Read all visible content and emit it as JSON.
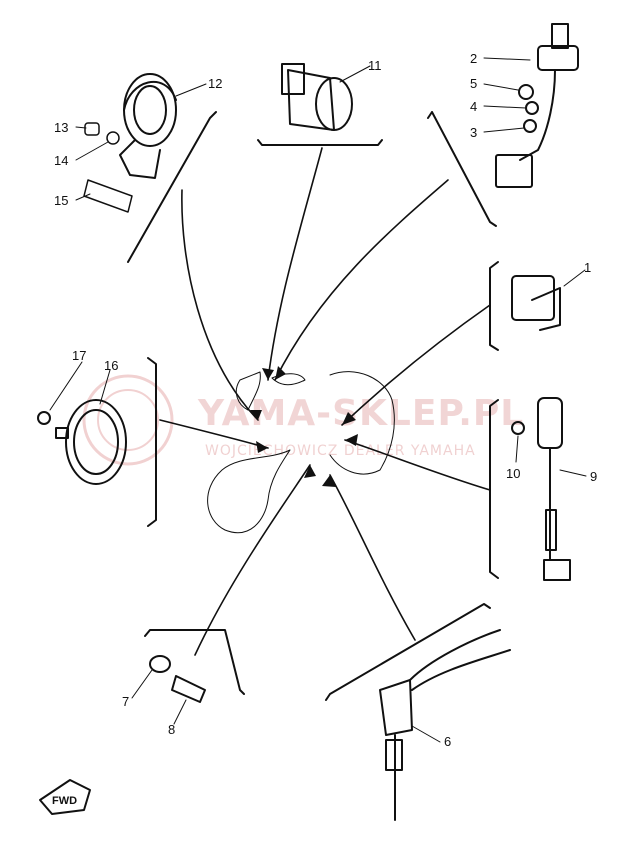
{
  "watermark": {
    "line1": "YAMA-SKLEP.PL",
    "line2": "WOJCIECHOWICZ DEALER YAMAHA"
  },
  "fwd_badge": "FWD",
  "callouts": [
    {
      "id": "1",
      "text": "1"
    },
    {
      "id": "2",
      "text": "2"
    },
    {
      "id": "3",
      "text": "3"
    },
    {
      "id": "4",
      "text": "4"
    },
    {
      "id": "5",
      "text": "5"
    },
    {
      "id": "6",
      "text": "6"
    },
    {
      "id": "7",
      "text": "7"
    },
    {
      "id": "8",
      "text": "8"
    },
    {
      "id": "9",
      "text": "9"
    },
    {
      "id": "10",
      "text": "10"
    },
    {
      "id": "11",
      "text": "11"
    },
    {
      "id": "12",
      "text": "12"
    },
    {
      "id": "13",
      "text": "13"
    },
    {
      "id": "14",
      "text": "14"
    },
    {
      "id": "15",
      "text": "15"
    },
    {
      "id": "16",
      "text": "16"
    },
    {
      "id": "17",
      "text": "17"
    }
  ],
  "colors": {
    "ink": "#111111",
    "watermark": "#e7b3b3",
    "background": "#ffffff"
  }
}
